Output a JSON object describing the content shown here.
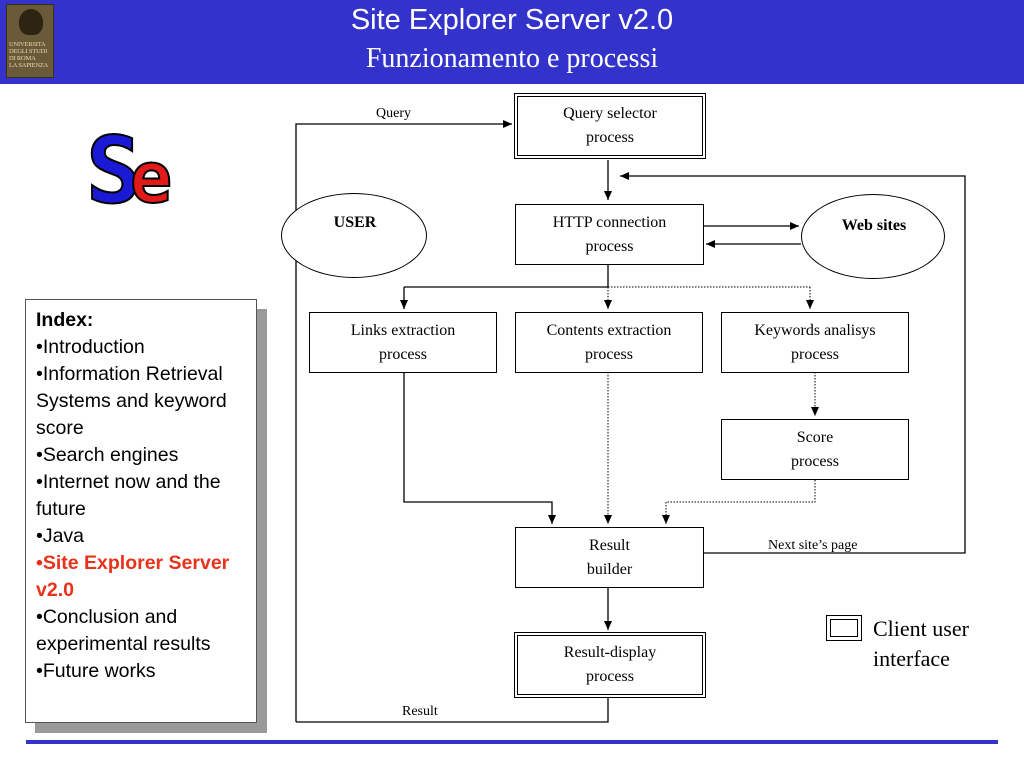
{
  "header": {
    "title": "Site Explorer Server v2.0",
    "subtitle": "Funzionamento e processi",
    "logo_text": "UNIVERSITA\nDEGLI STUDI\nDI ROMA\nLA SAPIENZA",
    "background": "#3333cc"
  },
  "se_logo": {
    "letters": [
      "S",
      "e"
    ],
    "colors": [
      "#1a1ad6",
      "#e21a1a"
    ]
  },
  "index": {
    "heading": "Index:",
    "items": [
      {
        "text": "•Introduction",
        "current": false
      },
      {
        "text": "•Information Retrieval Systems and keyword score",
        "current": false
      },
      {
        "text": "•Search engines",
        "current": false
      },
      {
        "text": "•Internet now and the future",
        "current": false
      },
      {
        "text": "•Java",
        "current": false
      },
      {
        "text": "•Site Explorer Server v2.0",
        "current": true
      },
      {
        "text": "•Conclusion and experimental results",
        "current": false
      },
      {
        "text": "•Future works",
        "current": false
      }
    ],
    "current_color": "#e8321a"
  },
  "diagram": {
    "nodes": {
      "query_selector": "Query selector\nprocess",
      "http": "HTTP connection\nprocess",
      "links": "Links extraction\nprocess",
      "contents": "Contents extraction\nprocess",
      "keywords": "Keywords analisys\nprocess",
      "score": "Score\nprocess",
      "result_builder": "Result\nbuilder",
      "result_display": "Result-display\nprocess"
    },
    "actors": {
      "user": "USER",
      "web_sites": "Web sites"
    },
    "edge_labels": {
      "query": "Query",
      "result": "Result",
      "next_page": "Next site’s page"
    }
  },
  "legend": {
    "label": "Client user\ninterface"
  }
}
